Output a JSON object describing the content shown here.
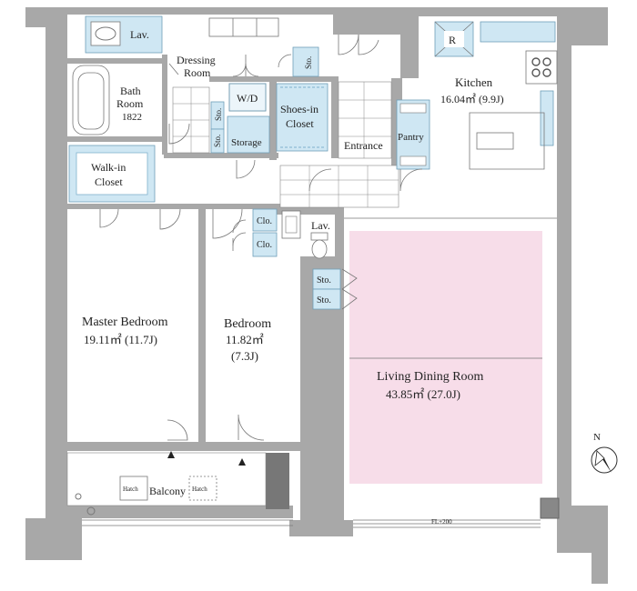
{
  "rooms": {
    "lav_top": "Lav.",
    "dressing_l1": "Dressing",
    "dressing_l2": "Room",
    "bath_l1": "Bath",
    "bath_l2": "Room",
    "bath_l3": "1822",
    "wd": "W/D",
    "sto_top": "Sto.",
    "sto_left1": "Sto.",
    "sto_left2": "Sto.",
    "storage": "Storage",
    "shoes_l1": "Shoes-in",
    "shoes_l2": "Closet",
    "entrance": "Entrance",
    "pantry": "Pantry",
    "kitchen_l1": "Kitchen",
    "kitchen_l2": "16.04㎡ (9.9J)",
    "fridge": "R",
    "walkin_l1": "Walk-in",
    "walkin_l2": "Closet",
    "clo1": "Clo.",
    "clo2": "Clo.",
    "lav_mid": "Lav.",
    "sto_mid1": "Sto.",
    "sto_mid2": "Sto.",
    "master_l1": "Master Bedroom",
    "master_l2": "19.11㎡   (11.7J)",
    "bed_l1": "Bedroom",
    "bed_l2": "11.82㎡",
    "bed_l3": "(7.3J)",
    "ldr_l1": "Living Dining Room",
    "ldr_l2": "43.85㎡   (27.0J)",
    "balcony": "Balcony",
    "hatch1": "Hatch",
    "hatch2": "Hatch",
    "fl": "FL+200",
    "north": "N"
  },
  "colors": {
    "wall": "#a8a8a8",
    "storage_fill": "#cfe7f3",
    "living_fill": "#f7dde9",
    "floor": "#ffffff"
  },
  "icons": [
    "compass-icon",
    "toilet-icon",
    "bathtub-icon",
    "stove-icon",
    "sink-icon",
    "door-swing-icon"
  ]
}
